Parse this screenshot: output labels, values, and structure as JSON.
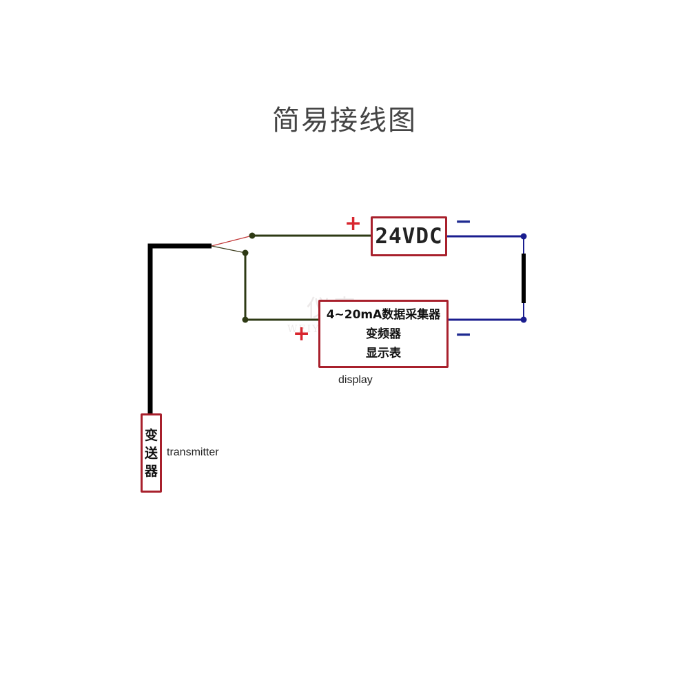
{
  "title": "简易接线图",
  "power_supply": {
    "label": "24VDC",
    "plus_sign": "+",
    "minus_sign": "−"
  },
  "display": {
    "lines": [
      "4~20mA数据采集器",
      "变频器",
      "显示表"
    ],
    "caption": "display",
    "plus_sign": "+",
    "minus_sign": "−"
  },
  "transmitter": {
    "chars": [
      "变",
      "送",
      "器"
    ],
    "caption": "transmitter"
  },
  "watermark": {
    "top": "仪表",
    "bottom": "WEIYIN INSTRUMENT"
  },
  "colors": {
    "box_border": "#a8202c",
    "positive_wire": "#2e3a14",
    "negative_wire": "#1a1d8f",
    "transmitter_cable": "#000000",
    "plus_sign": "#d8262e",
    "minus_sign": "#1e2a90"
  }
}
